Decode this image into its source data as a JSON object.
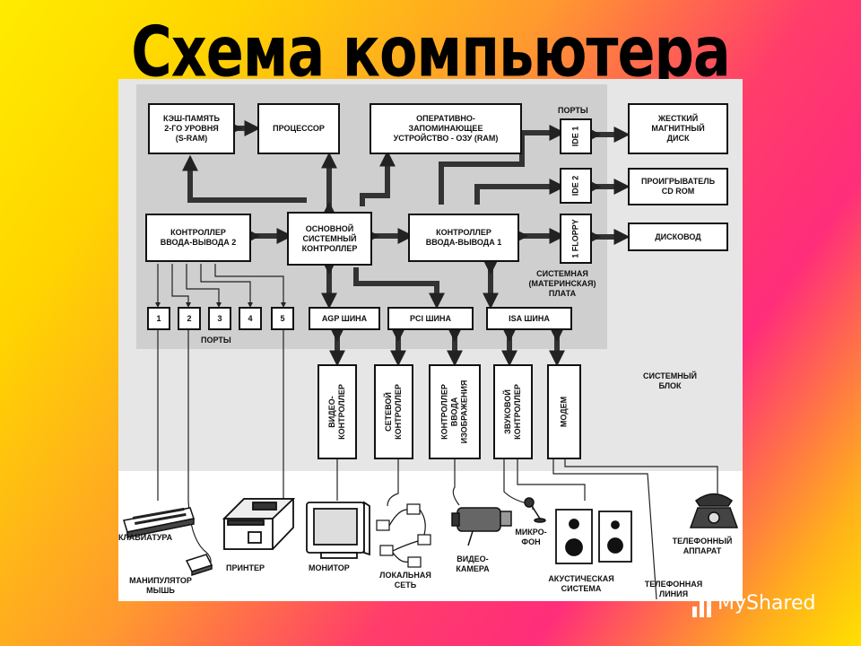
{
  "title": "Схема компьютера",
  "blocks": {
    "cache": "КЭШ-ПАМЯТЬ\n2-ГО УРОВНЯ\n(S-RAM)",
    "cpu": "ПРОЦЕССОР",
    "ram": "ОПЕРАТИВНО-\nЗАПОМИНАЮЩЕЕ\nУСТРОЙСТВО - ОЗУ (RAM)",
    "main_ctrl": "ОСНОВНОЙ\nСИСТЕМНЫЙ\nКОНТРОЛЛЕР",
    "io2": "КОНТРОЛЛЕР\nВВОДА-ВЫВОДА 2",
    "io1": "КОНТРОЛЛЕР\nВВОДА-ВЫВОДА 1",
    "agp": "AGP ШИНА",
    "pci": "PCI ШИНА",
    "isa": "ISA ШИНА",
    "hdd": "ЖЕСТКИЙ\nМАГНИТНЫЙ\nДИСК",
    "cdrom": "ПРОИГРЫВАТЕЛЬ\nCD ROM",
    "fdd": "ДИСКОВОД",
    "ide1": "IDE 1",
    "ide2": "IDE 2",
    "floppy": "1 FLOPPY",
    "video": "ВИДЕО-\nКОНТРОЛЛЕР",
    "net": "СЕТЕВОЙ\nКОНТРОЛЛЕР",
    "imgctrl": "КОНТРОЛЛЕР\nВВОДА\nИЗОБРАЖЕНИЯ",
    "sound": "ЗВУКОВОЙ\nКОНТРОЛЛЕР",
    "modem": "МОДЕМ"
  },
  "ports": [
    "1",
    "2",
    "3",
    "4",
    "5"
  ],
  "labels": {
    "ports_top": "ПОРТЫ",
    "ports_bottom": "ПОРТЫ",
    "motherboard": "СИСТЕМНАЯ\n(МАТЕРИНСКАЯ)\nПЛАТА",
    "system_unit": "СИСТЕМНЫЙ\nБЛОК"
  },
  "devices": {
    "keyboard": "КЛАВИАТУРА",
    "mouse": "МАНИПУЛЯТОР\nМЫШЬ",
    "printer": "ПРИНТЕР",
    "monitor": "МОНИТОР",
    "lan": "ЛОКАЛЬНАЯ\nСЕТЬ",
    "camera": "ВИДЕО-\nКАМЕРА",
    "mic": "МИКРО-\nФОН",
    "speakers": "АКУСТИЧЕСКАЯ\nСИСТЕМА",
    "line": "ТЕЛЕФОННАЯ\nЛИНИЯ",
    "phone": "ТЕЛЕФОННЫЙ\nАППАРАТ"
  },
  "watermark": "MyShared"
}
